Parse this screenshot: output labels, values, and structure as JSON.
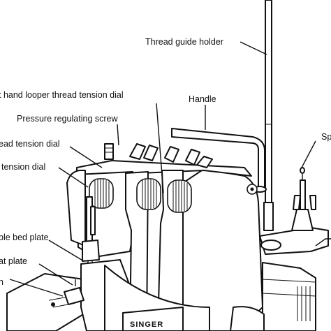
{
  "diagram": {
    "labels": {
      "thread_guide_holder": "Thread guide holder",
      "handle": "Handle",
      "left_hand_looper_dial": "t hand looper thread tension dial",
      "pressure_screw": "Pressure regulating screw",
      "needle_thread_dial": "ead tension dial",
      "right_needle_dial": "tension dial",
      "spool_pin": "Sp",
      "needle_bed_plate": "ble bed plate",
      "presser_foot_plate": "at plate",
      "lower_left": "n"
    },
    "brand": "SINGER"
  }
}
